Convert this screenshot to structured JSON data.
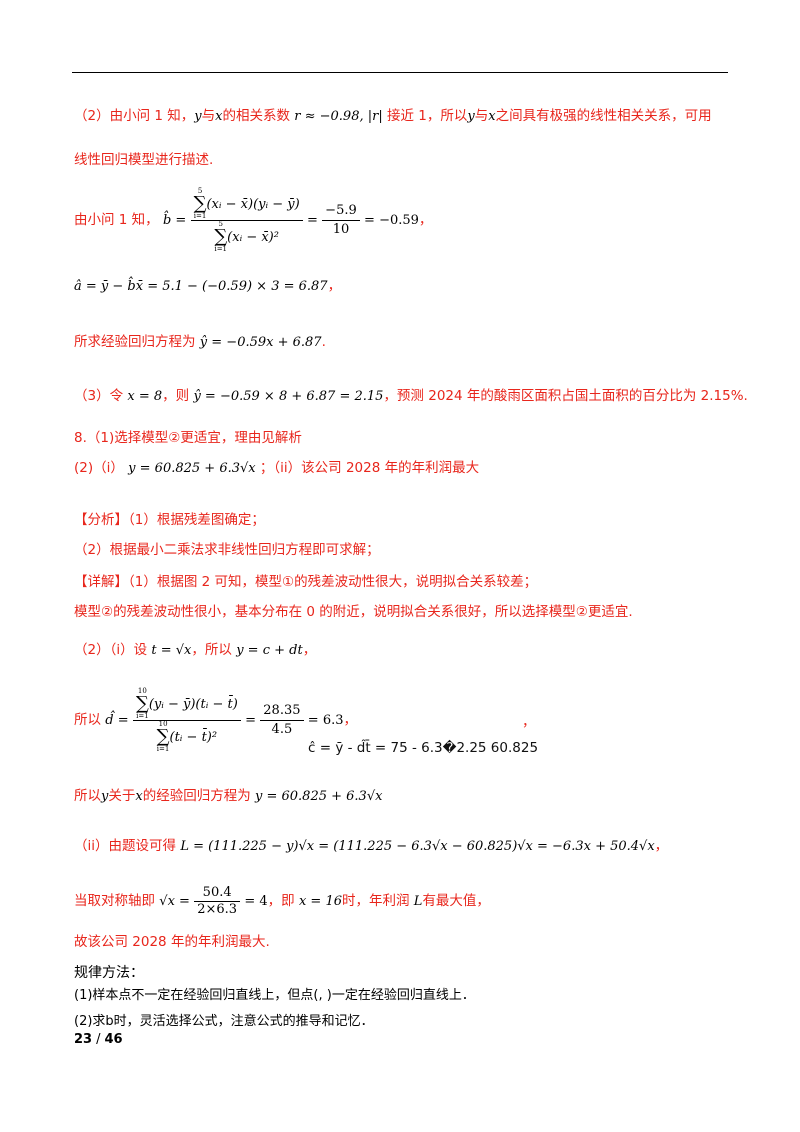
{
  "page": {
    "current": "23",
    "total": "46",
    "sep": "/"
  },
  "p2": {
    "line1a": "（2）由小问 1 知，",
    "line1b": "与",
    "line1c": "的相关系数",
    "r_expr": "r ≈ −0.98, |r|",
    "line1d": "接近 1，所以",
    "line1e": "与",
    "line1f": "之间具有极强的线性相关关系，可用",
    "line2": "线性回归模型进行描述.",
    "b_lead": "由小问 1 知，",
    "b_lhs": "b̂ =",
    "b_num": "(xᵢ − x̄)(yᵢ − ȳ)",
    "b_den": "(xᵢ − x̄)²",
    "b_mid_num": "−5.9",
    "b_mid_den": "10",
    "b_result": "= −0.59",
    "a_expr": "â = ȳ − b̂x̄ = 5.1 − (−0.59) × 3 = 6.87",
    "eq_lead": "所求经验回归方程为",
    "eq_expr": "ŷ = −0.59x + 6.87"
  },
  "p3": {
    "lead": "（3）令",
    "x_set": "x = 8",
    "then": "，则",
    "calc": "ŷ = −0.59 × 8 + 6.87 = 2.15",
    "tail": "，预测 2024 年的酸雨区面积占国土面积的百分比为 2.15%."
  },
  "q8": {
    "title": "8.（1)选择模型②更适宜，理由见解析",
    "ans2_lead": "(2)（i）",
    "ans2_eq": "y = 60.825 + 6.3√x",
    "ans2_tail": "；（ii）该公司 2028 年的年利润最大",
    "fenxi_tag": "【分析】",
    "fenxi1": "（1）根据残差图确定；",
    "fenxi2": "（2）根据最小二乘法求非线性回归方程即可求解；",
    "xiangjie_tag": "【详解】",
    "xiangjie1": "（1）根据图 2 可知，模型①的残差波动性很大，说明拟合关系较差；",
    "xiangjie2": "模型②的残差波动性很小，基本分布在 0 的附近，说明拟合关系很好，所以选择模型②更适宜.",
    "set_lead": "（2）（i）设",
    "set_t": "t = √x",
    "set_mid": "，所以",
    "set_y": "y = c + dt",
    "d_lead": "所以",
    "d_num": "(yᵢ − ȳ)(tᵢ − t̄)",
    "d_den": "(tᵢ − t̄)²",
    "d_mid_num": "28.35",
    "d_mid_den": "4.5",
    "d_result": "= 6.3",
    "c_expr": "ĉ = ȳ - d̂t̄ = 75 - 6.3�2.25   60.825",
    "reg_lead": "所以",
    "reg_mid": "关于",
    "reg_tail": "的经验回归方程为",
    "reg_eq": "y = 60.825 + 6.3√x",
    "ii_lead": "（ii）由题设可得",
    "ii_eq": "L = (111.225 − y)√x = (111.225 − 6.3√x − 60.825)√x = −6.3x + 50.4√x",
    "axis_lead": "当取对称轴即",
    "axis_num": "50.4",
    "axis_den": "2×6.3",
    "axis_val": "= 4",
    "axis_mid": "，即",
    "axis_x": "x = 16",
    "axis_tail": "时，年利润",
    "axis_L": "L",
    "axis_end": "有最大值，",
    "conclusion": "故该公司 2028 年的年利润最大."
  },
  "method": {
    "title": "规律方法：",
    "item1": "(1)样本点不一定在经验回归直线上，但点(, )一定在经验回归直线上．",
    "item2": "(2)求b时，灵活选择公式，注意公式的推导和记忆．"
  },
  "colors": {
    "accent": "#e8261c",
    "text": "#000000"
  }
}
